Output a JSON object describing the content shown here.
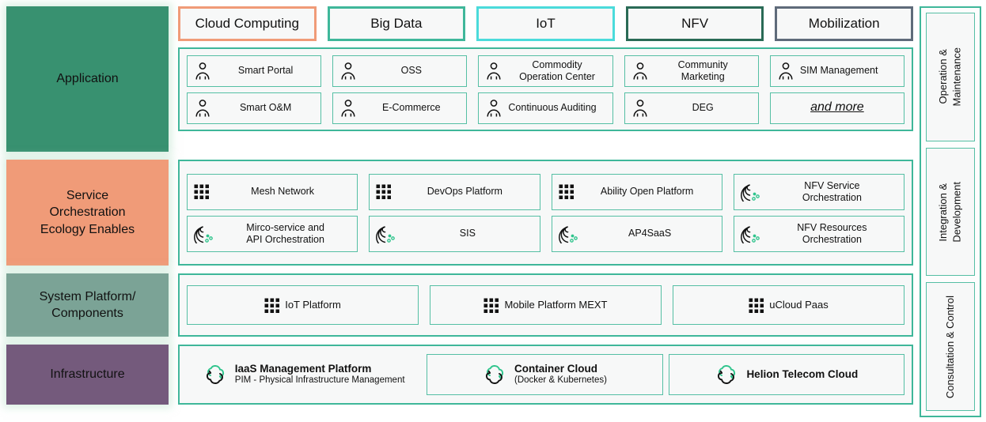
{
  "colors": {
    "teal_border": "#3fb79a",
    "cell_border": "#55bfa4",
    "application_bg": "#389170",
    "service_bg": "#f09b78",
    "system_bg": "#7ba396",
    "infrastructure_bg": "#745a7c",
    "tab_cloud_computing": "#f09b78",
    "tab_big_data": "#3fb79a",
    "tab_iot": "#4bdbdb",
    "tab_nfv": "#2a6b56",
    "tab_mobilization": "#5f6b7a",
    "accent_dot_green": "#2ec48c"
  },
  "tabs": [
    {
      "label": "Cloud Computing",
      "color": "#f09b78"
    },
    {
      "label": "Big Data",
      "color": "#3fb79a"
    },
    {
      "label": "IoT",
      "color": "#4bdbdb"
    },
    {
      "label": "NFV",
      "color": "#2a6b56"
    },
    {
      "label": "Mobilization",
      "color": "#5f6b7a"
    }
  ],
  "rows": {
    "application": {
      "label": "Application",
      "items_row1": [
        {
          "label": "Smart Portal",
          "icon": "person-icon",
          "align": "center"
        },
        {
          "label": "OSS",
          "icon": "person-icon",
          "align": "center"
        },
        {
          "label": "Commodity\nOperation Center",
          "icon": "person-icon",
          "align": "center"
        },
        {
          "label": "Community\nMarketing",
          "icon": "person-icon",
          "align": "center"
        },
        {
          "label": "SIM Management",
          "icon": "person-icon",
          "align": "left"
        }
      ],
      "items_row2": [
        {
          "label": "Smart O&M",
          "icon": "person-icon",
          "align": "center"
        },
        {
          "label": "E-Commerce",
          "icon": "person-icon",
          "align": "center"
        },
        {
          "label": "Continuous Auditing",
          "icon": "person-icon",
          "align": "left"
        },
        {
          "label": "DEG",
          "icon": "person-icon",
          "align": "center"
        },
        {
          "label": "and more",
          "icon": "none",
          "align": "center",
          "style": "italic-underline"
        }
      ]
    },
    "service": {
      "label": "Service\nOrchestration\nEcology Enables",
      "items_row1": [
        {
          "label": "Mesh Network",
          "icon": "grid-dots-icon"
        },
        {
          "label": "DevOps Platform",
          "icon": "grid-dots-icon"
        },
        {
          "label": "Ability Open Platform",
          "icon": "grid-dots-icon"
        },
        {
          "label": "NFV Service\nOrchestration",
          "icon": "orchestration-icon"
        }
      ],
      "items_row2": [
        {
          "label": "Mirco-service and\nAPI Orchestration",
          "icon": "orchestration-icon"
        },
        {
          "label": "SIS",
          "icon": "orchestration-icon"
        },
        {
          "label": "AP4SaaS",
          "icon": "orchestration-icon"
        },
        {
          "label": "NFV Resources\nOrchestration",
          "icon": "orchestration-icon"
        }
      ]
    },
    "system": {
      "label": "System Platform/\nComponents",
      "items": [
        {
          "label": "IoT Platform",
          "icon": "grid-dots-icon"
        },
        {
          "label": "Mobile Platform MEXT",
          "icon": "grid-dots-icon"
        },
        {
          "label": "uCloud Paas",
          "icon": "grid-dots-icon"
        }
      ]
    },
    "infrastructure": {
      "label": "Infrastructure",
      "items": [
        {
          "title": "IaaS Management Platform",
          "subtitle": "PIM - Physical Infrastructure Management",
          "icon": "cloud-refresh-icon",
          "boxed": false
        },
        {
          "title": "Container Cloud",
          "subtitle": "(Docker & Kubernetes)",
          "icon": "cloud-refresh-icon",
          "boxed": true
        },
        {
          "title": "Helion Telecom Cloud",
          "subtitle": "",
          "icon": "cloud-refresh-icon",
          "boxed": true
        }
      ]
    }
  },
  "sidebar": {
    "items": [
      {
        "label": "Operation &\nMaintenance"
      },
      {
        "label": "Integration &\nDevelopment"
      },
      {
        "label": "Consultation & Control"
      }
    ]
  }
}
